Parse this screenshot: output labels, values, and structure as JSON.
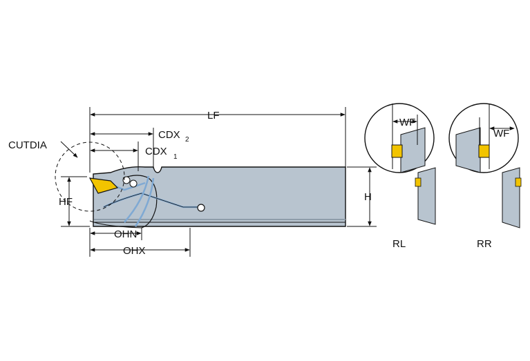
{
  "labels": {
    "lf": "LF",
    "cdx2": "CDX",
    "cdx2_sub": "2",
    "cdx1": "CDX",
    "cdx1_sub": "1",
    "cutdia": "CUTDIA",
    "hf": "HF",
    "h": "H",
    "ohn": "OHN",
    "ohx": "OHX",
    "wf_left": "WF",
    "wf_right": "WF",
    "rl": "RL",
    "rr": "RR"
  },
  "colors": {
    "body": "#b8c4cf",
    "body_dark": "#8e9ca9",
    "insert": "#f2c400",
    "coolant": "#7fa9d3",
    "line": "#111111"
  }
}
